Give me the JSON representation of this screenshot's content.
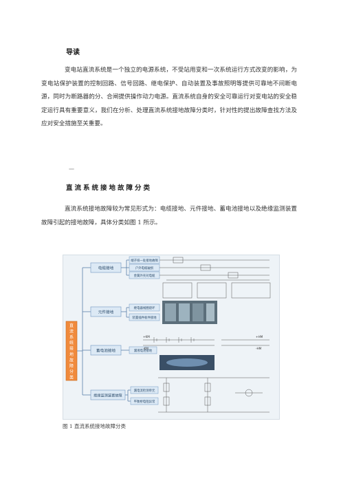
{
  "heading": "导读",
  "intro_paragraph": "变电站直流系统是一个独立的电源系统，不受站用变和一次系统运行方式改变的影响，为变电站保护装置的控制回路、信号回路、继电保护、自动装置及事故照明等提供可靠地不间断电源，同时为断路器的分、合闸提供操作动力电源。直流系统自身的安全可靠运行对变电站的安全稳定运行具有重要意义，我们在分析、处理直流系统接地故障分类时，针对性的提出故障查找方法及应对安全措施至关重要。",
  "divider": "一",
  "section_title": "直流系统接地故障分类",
  "section_paragraph": "直流系统接地故障较为常见形式为：电缆接地、元件接地、蓄电池接地以及绝缘监测装置故障引起的接地故障，具体分类如图 1 所示。",
  "figure": {
    "root_label": "直流系统接地故障分类",
    "branches": [
      {
        "label": "电缆接地",
        "children": [
          "端子排一处接地故障",
          "户外电缆破损",
          "金属外壳对电缆"
        ]
      },
      {
        "label": "元件接地",
        "children": [
          "继电器线圈烧坏",
          "装置插件板件接地"
        ]
      },
      {
        "label": "蓄电池接地",
        "children": [
          "漏液电池接地"
        ]
      },
      {
        "label": "绝缘监测装置故障",
        "children": [
          "漏电流检测单元",
          "平衡桥电阻异常"
        ]
      }
    ],
    "circuit_labels": [
      "+KM",
      "-KM",
      "+HM",
      "-HM"
    ]
  },
  "caption": "图 1 直流系统接地故障分类",
  "colors": {
    "root_box": "#f08a3c",
    "branch_box": "#dce9f5",
    "box_border": "#6f96c0",
    "line": "#5a7fa8"
  }
}
